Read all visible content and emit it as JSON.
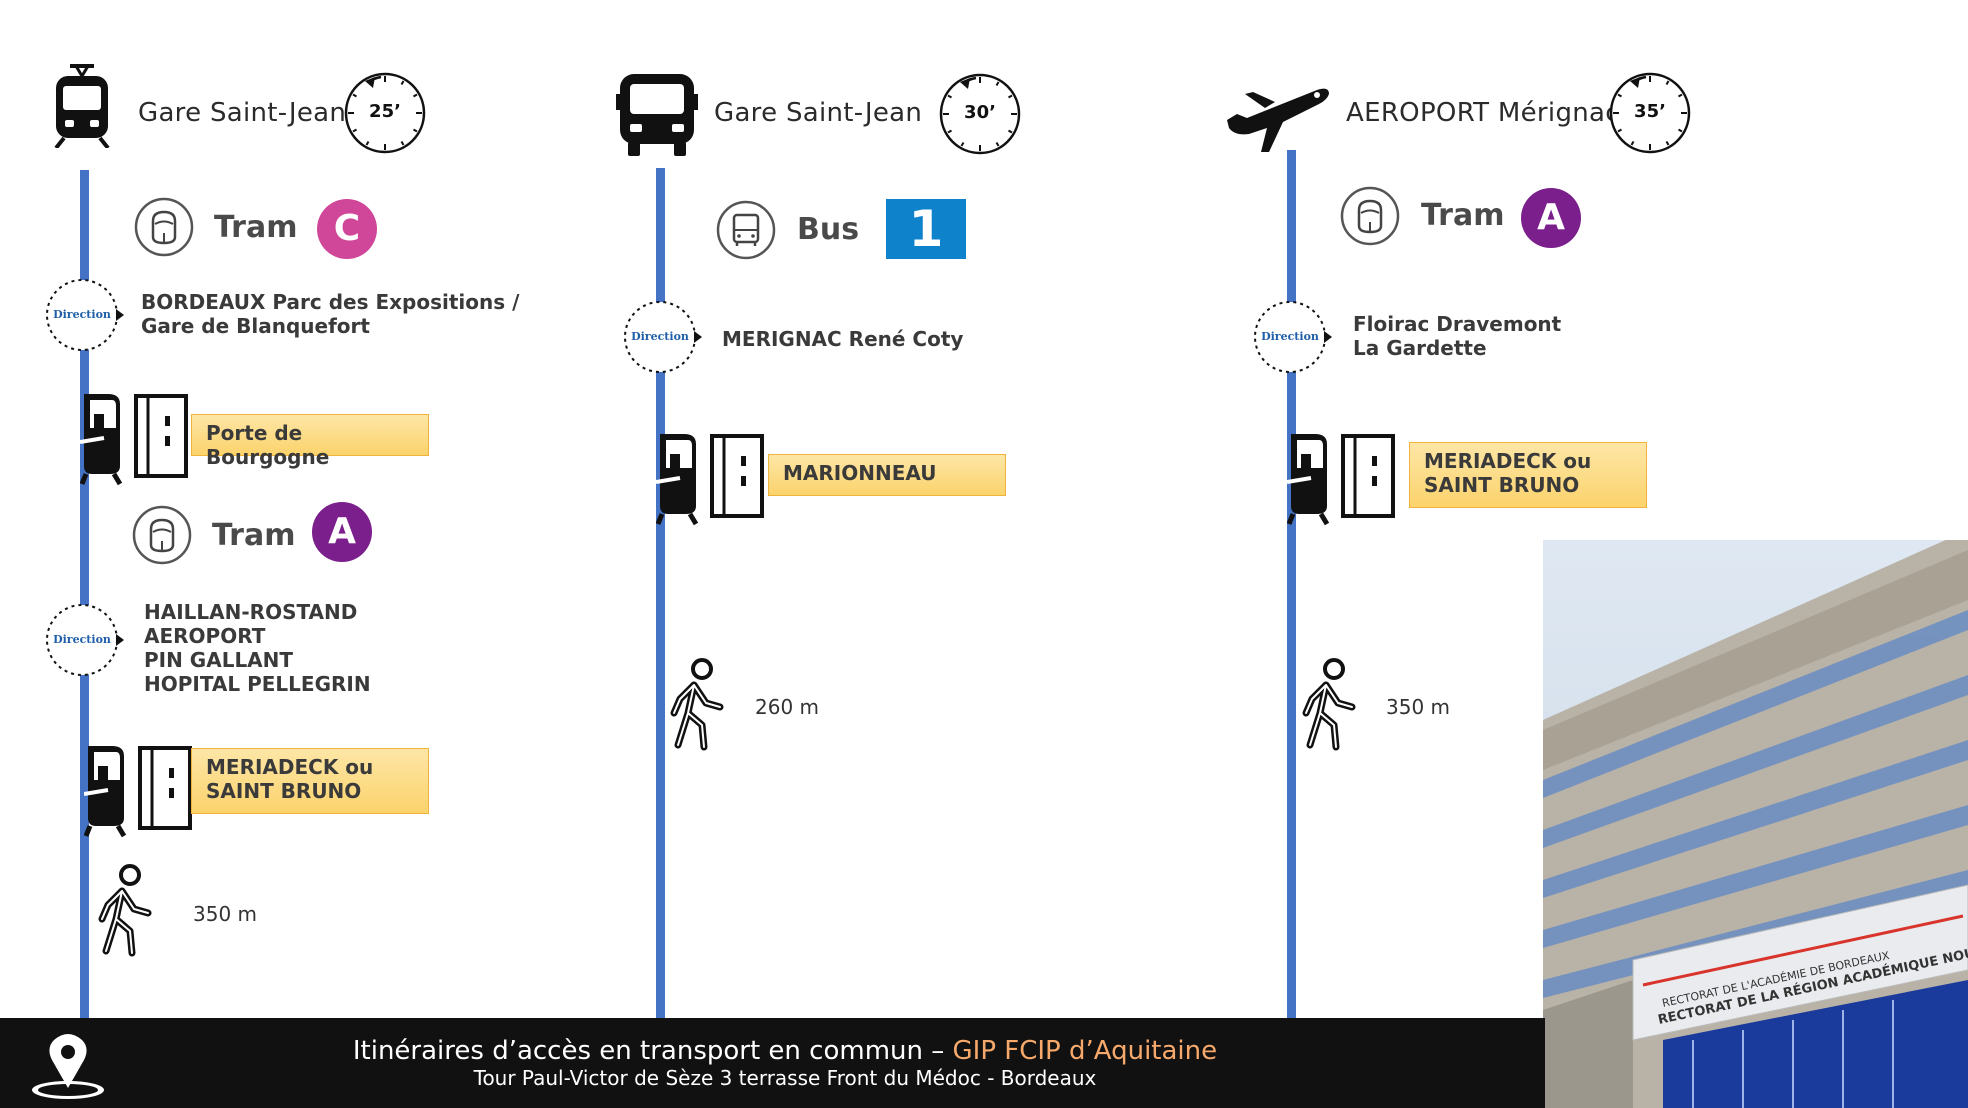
{
  "columns": [
    {
      "origin": "Gare Saint-Jean",
      "duration": "25’",
      "steps": [
        {
          "mode": "Tram",
          "line": "C",
          "line_color": "#d0479a"
        },
        {
          "direction": [
            "BORDEAUX Parc des Expositions /",
            "Gare de Blanquefort"
          ]
        },
        {
          "stop": [
            "Porte de Bourgogne"
          ]
        },
        {
          "mode": "Tram",
          "line": "A",
          "line_color": "#7b1f8c"
        },
        {
          "direction": [
            "HAILLAN-ROSTAND",
            "AEROPORT",
            "PIN GALLANT",
            "HOPITAL PELLEGRIN"
          ]
        },
        {
          "stop": [
            "MERIADECK ou",
            "SAINT BRUNO"
          ]
        },
        {
          "walk": "350 m"
        }
      ]
    },
    {
      "origin": "Gare Saint-Jean",
      "duration": "30’",
      "steps": [
        {
          "mode": "Bus",
          "line": "1",
          "line_color": "#0f82cc"
        },
        {
          "direction": [
            "MERIGNAC René Coty"
          ]
        },
        {
          "stop": [
            "MARIONNEAU"
          ]
        },
        {
          "walk": "260 m"
        }
      ]
    },
    {
      "origin": "AEROPORT Mérignac",
      "duration": "35’",
      "steps": [
        {
          "mode": "Tram",
          "line": "A",
          "line_color": "#7b1f8c"
        },
        {
          "direction": [
            "Floirac Dravemont",
            "La Gardette"
          ]
        },
        {
          "stop": [
            "MERIADECK ou",
            "SAINT BRUNO"
          ]
        },
        {
          "walk": "350 m"
        }
      ]
    }
  ],
  "direction_badge_label": "Direction",
  "footer": {
    "title_prefix": "Itinéraires d’accès en transport en commun – ",
    "title_highlight": "GIP FCIP d’Aquitaine",
    "subtitle": "Tour Paul-Victor de Sèze  3 terrasse Front du Médoc - Bordeaux"
  },
  "photo": {
    "sign_line1": "RECTORAT DE L'ACADÉMIE DE BORDEAUX",
    "sign_line2": "RECTORAT DE LA RÉGION ACADÉMIQUE NOUVELLE-AQUITAINE"
  },
  "colors": {
    "route_line": "#4472c4",
    "stop_fill": "#fcd36c",
    "footer_bg": "#111111",
    "footer_highlight": "#f6a96b"
  }
}
